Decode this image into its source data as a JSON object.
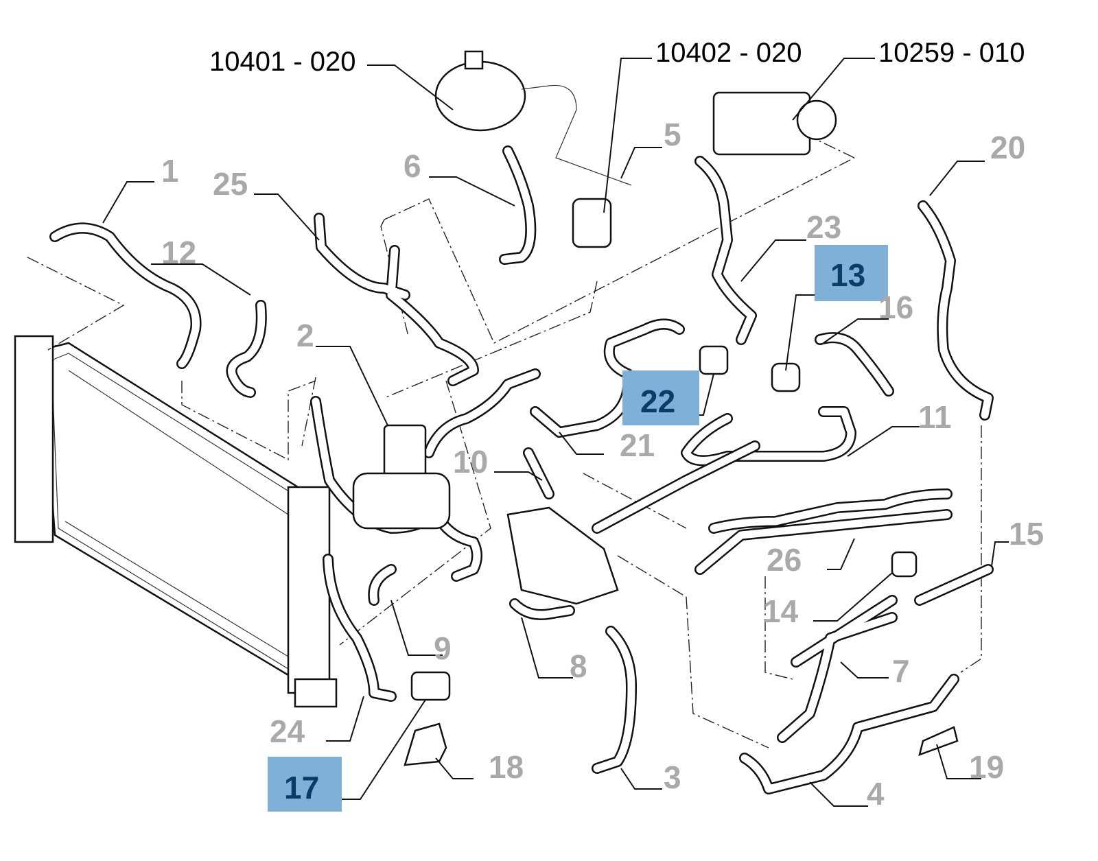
{
  "diagram": {
    "title": "Engine cooling system hoses exploded view",
    "highlight_color": "#7fb0d8",
    "highlight_text_color": "#0d3a66",
    "callout_color": "#a9a9a9",
    "part_labels": [
      {
        "id": "ref-10401",
        "text": "10401 - 020"
      },
      {
        "id": "ref-10402",
        "text": "10402 - 020"
      },
      {
        "id": "ref-10259",
        "text": "10259 - 010"
      }
    ],
    "callouts": [
      {
        "num": "1",
        "highlighted": false
      },
      {
        "num": "2",
        "highlighted": false
      },
      {
        "num": "3",
        "highlighted": false
      },
      {
        "num": "4",
        "highlighted": false
      },
      {
        "num": "5",
        "highlighted": false
      },
      {
        "num": "6",
        "highlighted": false
      },
      {
        "num": "7",
        "highlighted": false
      },
      {
        "num": "8",
        "highlighted": false
      },
      {
        "num": "9",
        "highlighted": false
      },
      {
        "num": "10",
        "highlighted": false
      },
      {
        "num": "11",
        "highlighted": false
      },
      {
        "num": "12",
        "highlighted": false
      },
      {
        "num": "13",
        "highlighted": true
      },
      {
        "num": "14",
        "highlighted": false
      },
      {
        "num": "15",
        "highlighted": false
      },
      {
        "num": "16",
        "highlighted": false
      },
      {
        "num": "17",
        "highlighted": true
      },
      {
        "num": "18",
        "highlighted": false
      },
      {
        "num": "19",
        "highlighted": false
      },
      {
        "num": "20",
        "highlighted": false
      },
      {
        "num": "21",
        "highlighted": false
      },
      {
        "num": "22",
        "highlighted": true
      },
      {
        "num": "23",
        "highlighted": false
      },
      {
        "num": "24",
        "highlighted": false
      },
      {
        "num": "25",
        "highlighted": false
      },
      {
        "num": "26",
        "highlighted": false
      }
    ]
  }
}
